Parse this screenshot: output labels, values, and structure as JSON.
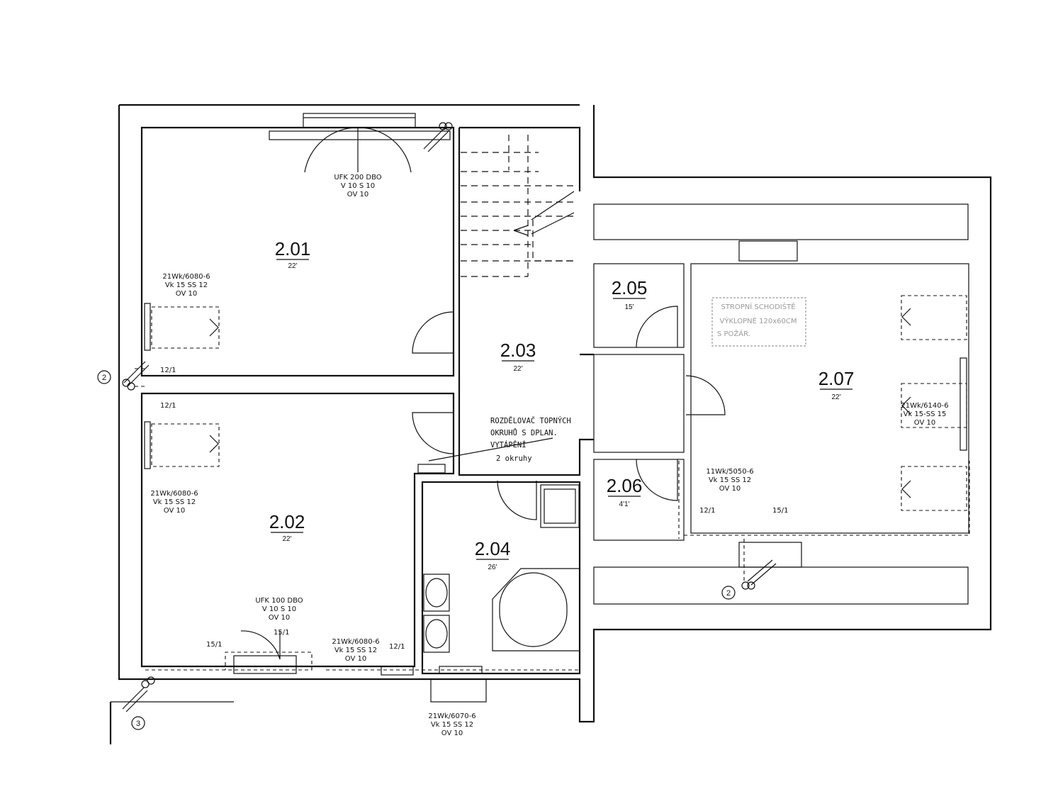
{
  "rooms": [
    {
      "id": "2.01",
      "temp": "22'"
    },
    {
      "id": "2.02",
      "temp": "22'"
    },
    {
      "id": "2.03",
      "temp": "22'"
    },
    {
      "id": "2.04",
      "temp": "26'"
    },
    {
      "id": "2.05",
      "temp": "15'"
    },
    {
      "id": "2.06",
      "temp": "4'1'"
    },
    {
      "id": "2.07",
      "temp": "22'"
    }
  ],
  "labels": {
    "ufk200": [
      "UFK 200 DBO",
      "V 10 S 10",
      "OV 10"
    ],
    "rad201": [
      "21Wk/6080-6",
      "Vk 15 SS 12",
      "OV 10"
    ],
    "rad202": [
      "21Wk/6080-6",
      "Vk 15 SS 12",
      "OV 10"
    ],
    "ufk100": [
      "UFK 100 DBO",
      "V 10 S 10",
      "OV 10"
    ],
    "rad202b": [
      "21Wk/6080-6",
      "Vk 15 SS 12",
      "OV 10"
    ],
    "rad204": [
      "21Wk/6070-6",
      "Vk 15 SS 12",
      "OV 10"
    ],
    "rad207a": [
      "21Wk/6140-6",
      "Vk 15-SS 15",
      "OV 10"
    ],
    "rad207b": [
      "11Wk/5050-6",
      "Vk 15 SS 12",
      "OV 10"
    ],
    "stair_note": [
      "STROPNÍ SCHODIŠTĚ",
      "VÝKLOPNÉ 120x60CM",
      "S POŽÁR."
    ],
    "manifold_note": [
      "ROZDĚLOVAČ TOPNÝCH",
      "OKRUHŮ S DPLAN.",
      "VYTÁPĚNÍ",
      "2 okruhy"
    ],
    "pipes": {
      "p1": "12/1",
      "p2": "12/1",
      "p3": "15/1",
      "p4": "15/1",
      "p5": "12/1",
      "p6": "12/1",
      "p7": "15/1"
    },
    "circuits": {
      "c_left": "2",
      "c_bottom": "3",
      "c_right": "2"
    }
  }
}
